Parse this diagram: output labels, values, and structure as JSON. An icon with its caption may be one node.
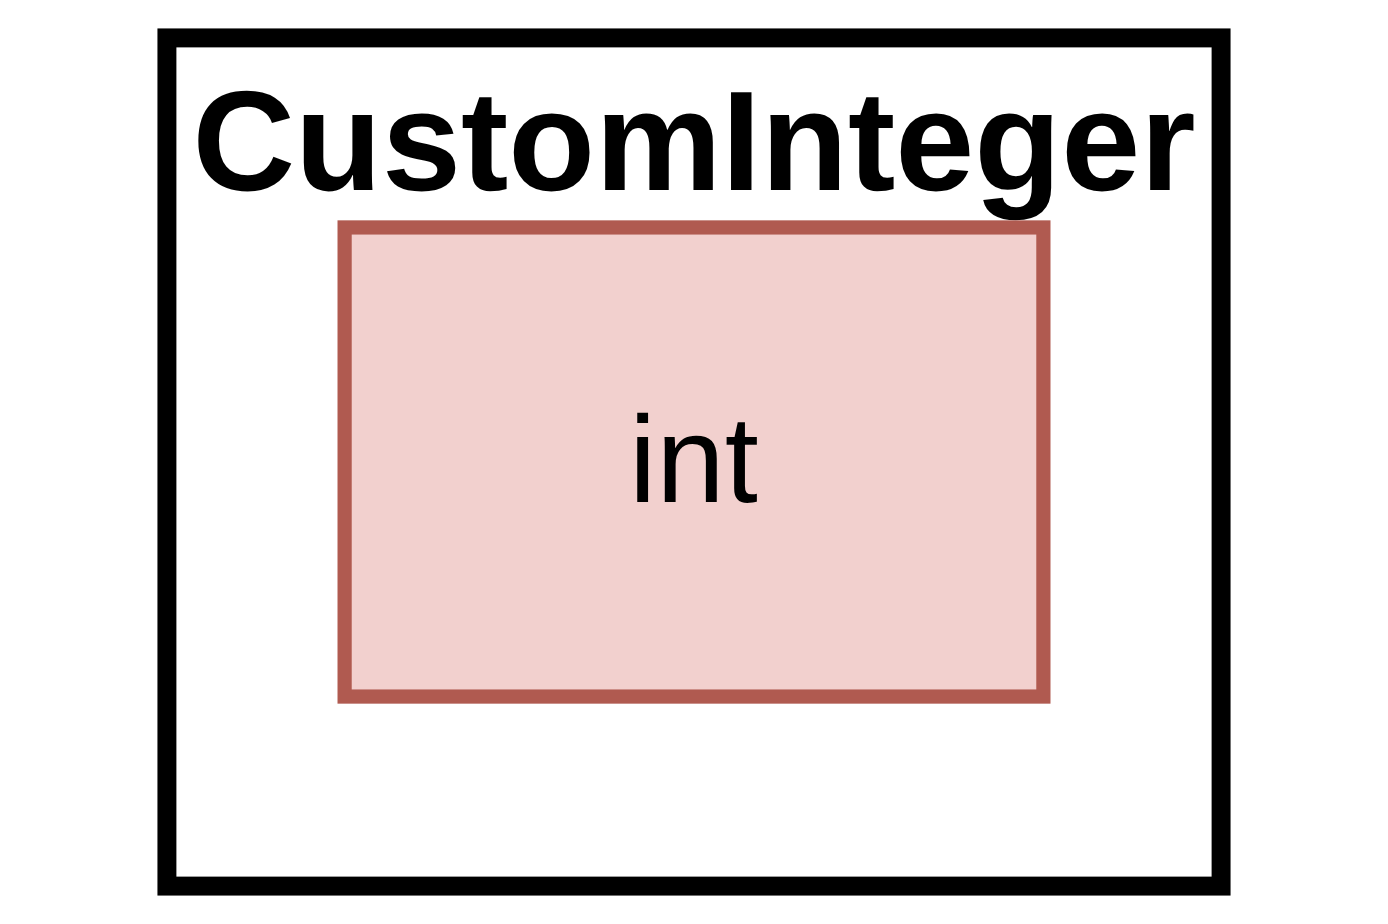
{
  "diagram": {
    "nodes": [
      {
        "text": [
          "CustomInteger"
        ]
      },
      {
        "text": [
          "int"
        ],
        "in": 0
      }
    ]
  }
}
